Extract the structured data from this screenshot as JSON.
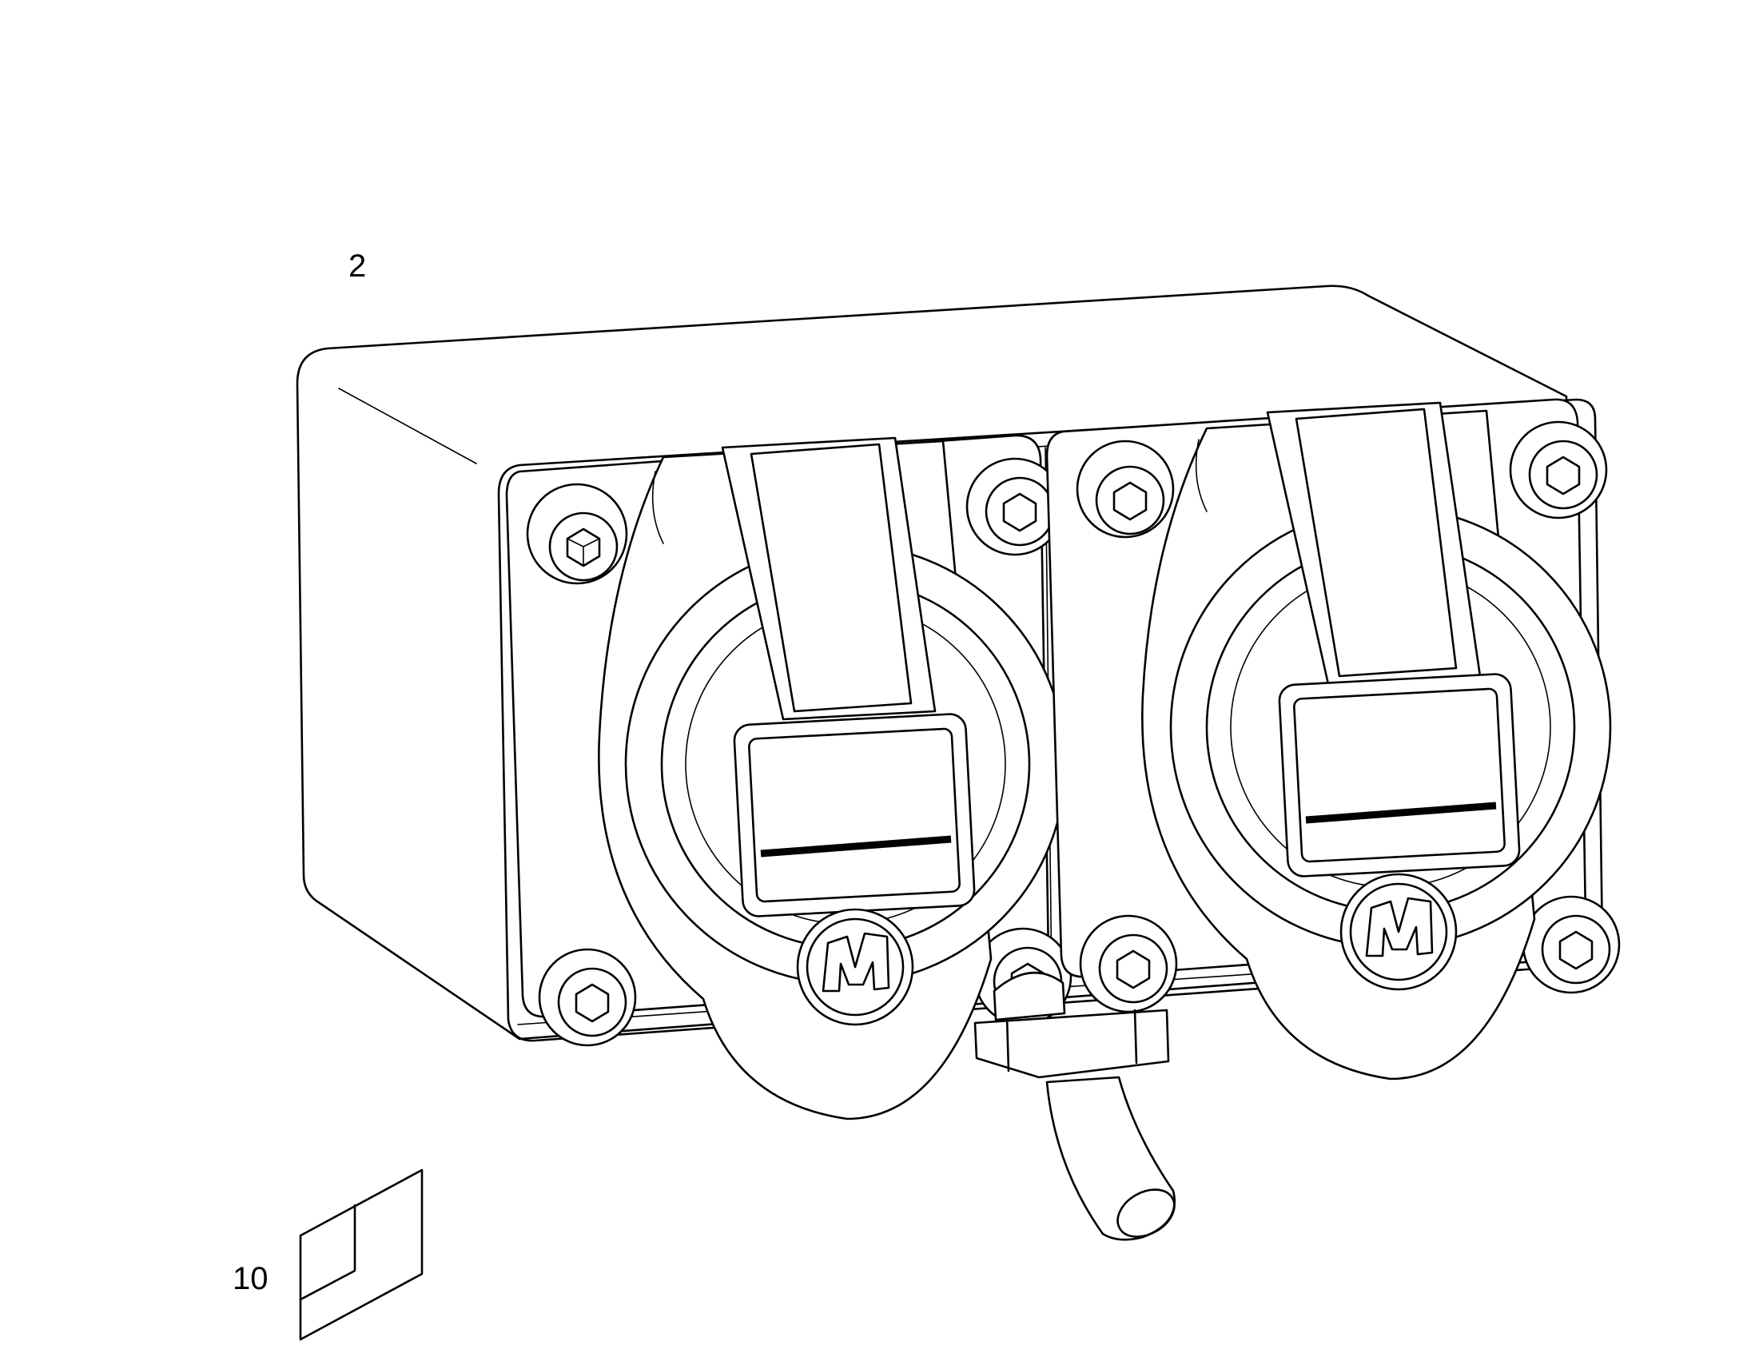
{
  "callouts": [
    {
      "id": "2",
      "label": "2",
      "refers_to": "enclosure-assembly"
    },
    {
      "id": "10",
      "label": "10",
      "refers_to": "label-card"
    }
  ],
  "parts": [
    {
      "name": "enclosure-box"
    },
    {
      "name": "connector-left"
    },
    {
      "name": "connector-right"
    },
    {
      "name": "cable-gland"
    },
    {
      "name": "cable"
    },
    {
      "name": "label-card"
    }
  ],
  "colors": {
    "line": "#000000",
    "background": "#ffffff"
  }
}
